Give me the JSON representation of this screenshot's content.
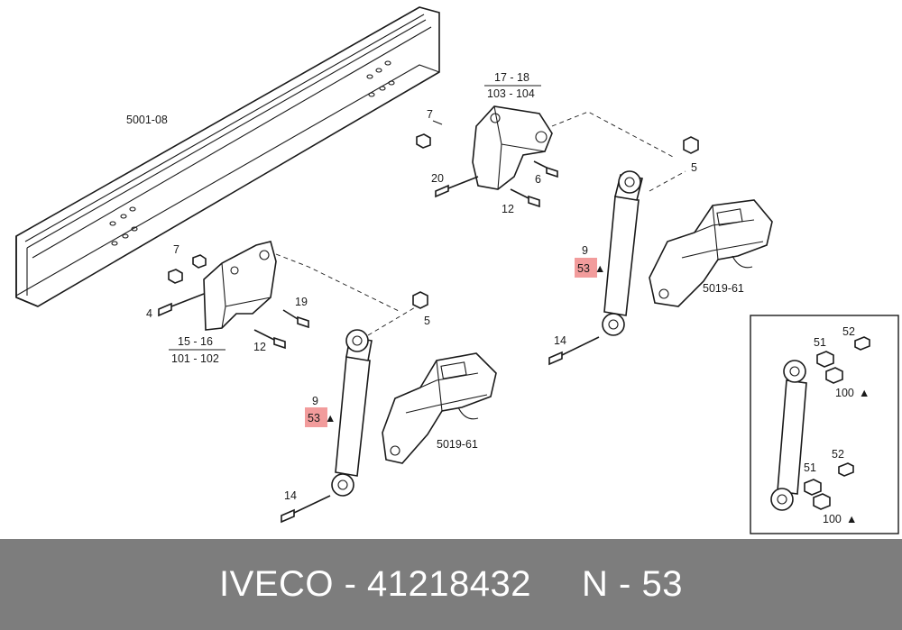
{
  "frame_label": "5001-08",
  "upper_bracket": {
    "ref_top": "17 - 18",
    "ref_bottom": "103 - 104",
    "parts": {
      "nut": "7",
      "bolt_left": "20",
      "bolt_right": "6",
      "bolt_bottom": "12"
    }
  },
  "lower_bracket": {
    "ref_top": "15 - 16",
    "ref_bottom": "101 - 102",
    "parts": {
      "nut": "7",
      "bolt_left": "4",
      "bolt_right": "19",
      "bolt_bottom": "12"
    }
  },
  "right_shock": {
    "part": "9",
    "part_highlight": "53",
    "marker": "▲",
    "nut": "5",
    "bolt": "14",
    "spring_ref": "5019-61"
  },
  "left_shock": {
    "part": "9",
    "part_highlight": "53",
    "marker": "▲",
    "nut": "5",
    "bolt": "14",
    "spring_ref": "5019-61"
  },
  "inset": {
    "top": {
      "bush": "51",
      "sleeve": "52",
      "kit": "100",
      "marker": "▲"
    },
    "bottom": {
      "bush": "51",
      "sleeve": "52",
      "kit": "100",
      "marker": "▲"
    }
  },
  "colors": {
    "highlight": "#f29c9c",
    "footer_bg": "#7d7d7d",
    "footer_text": "#ffffff"
  },
  "footer": {
    "brand_code": "IVECO - 41218432",
    "page": "N - 53"
  }
}
